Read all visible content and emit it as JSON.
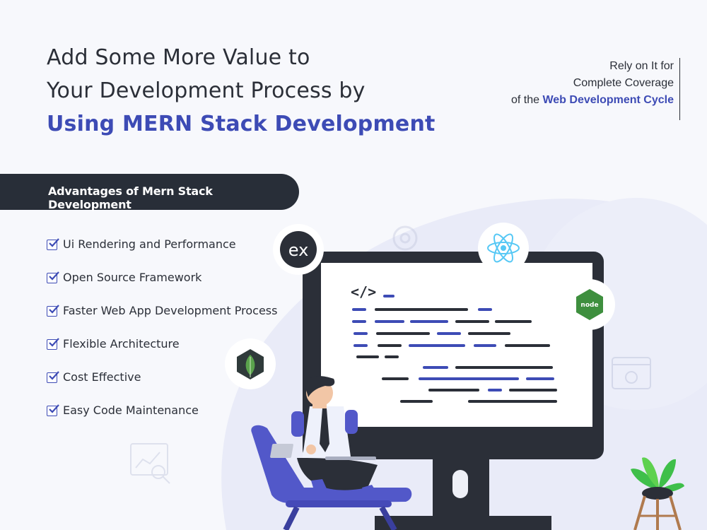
{
  "headline": {
    "line1": "Add Some More Value to",
    "line2": "Your Development Process by",
    "line3": "Using MERN Stack Development"
  },
  "coverage": {
    "line1": "Rely on It for",
    "line2": "Complete Coverage",
    "line3_prefix": "of the ",
    "line3_highlight": "Web Development Cycle"
  },
  "advantages": {
    "title": "Advantages of Mern Stack Development",
    "items": [
      "Ui Rendering and Performance",
      "Open Source Framework",
      "Faster Web App Development Process",
      "Flexible Architecture",
      "Cost Effective",
      "Easy Code Maintenance"
    ]
  },
  "illustration": {
    "express_logo_text": "ex",
    "code_tag": "</>",
    "node_logo_text": "node",
    "icons": [
      "express-icon",
      "react-icon",
      "node-icon",
      "mongodb-icon",
      "gear-icon",
      "browser-gear-icon",
      "analytics-icon"
    ]
  },
  "colors": {
    "accent": "#3d4bb5",
    "dark": "#282e38",
    "background": "#f7f8fc"
  }
}
